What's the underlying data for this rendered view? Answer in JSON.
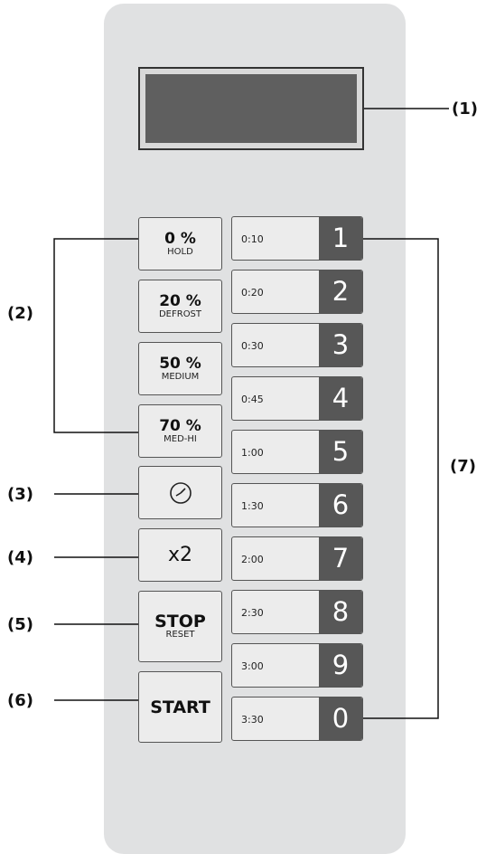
{
  "callouts": {
    "c1": "(1)",
    "c2": "(2)",
    "c3": "(3)",
    "c4": "(4)",
    "c5": "(5)",
    "c6": "(6)",
    "c7": "(7)"
  },
  "power_buttons": [
    {
      "main": "0 %",
      "sub": "HOLD"
    },
    {
      "main": "20 %",
      "sub": "DEFROST"
    },
    {
      "main": "50 %",
      "sub": "MEDIUM"
    },
    {
      "main": "70 %",
      "sub": "MED-HI"
    }
  ],
  "timer_button": {
    "icon": "clock-icon"
  },
  "double_button": {
    "label": "x2"
  },
  "stop_button": {
    "main": "STOP",
    "sub": "RESET"
  },
  "start_button": {
    "label": "START"
  },
  "time_buttons": [
    {
      "time": "0:10",
      "digit": "1"
    },
    {
      "time": "0:20",
      "digit": "2"
    },
    {
      "time": "0:30",
      "digit": "3"
    },
    {
      "time": "0:45",
      "digit": "4"
    },
    {
      "time": "1:00",
      "digit": "5"
    },
    {
      "time": "1:30",
      "digit": "6"
    },
    {
      "time": "2:00",
      "digit": "7"
    },
    {
      "time": "2:30",
      "digit": "8"
    },
    {
      "time": "3:00",
      "digit": "9"
    },
    {
      "time": "3:30",
      "digit": "0"
    }
  ]
}
